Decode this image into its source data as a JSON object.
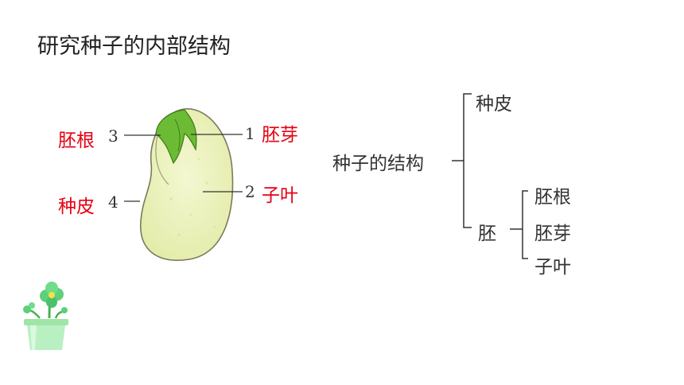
{
  "title": "研究种子的内部结构",
  "seed_labels": [
    {
      "number": "3",
      "text": "胚根"
    },
    {
      "number": "1",
      "text": "胚芽"
    },
    {
      "number": "4",
      "text": "种皮"
    },
    {
      "number": "2",
      "text": "子叶"
    }
  ],
  "structure_tree": {
    "root": "种子的结构",
    "branch_1": "种皮",
    "branch_2": "胚",
    "embryo_parts": [
      "胚根",
      "胚芽",
      "子叶"
    ]
  },
  "colors": {
    "label_red": "#e60012",
    "text_dark": "#333333",
    "seed_fill": "#eef2c0",
    "plumule_green": "#6cbb34",
    "pot_green": "#8ee09a"
  },
  "decoration_icon": "potted-plant-icon"
}
